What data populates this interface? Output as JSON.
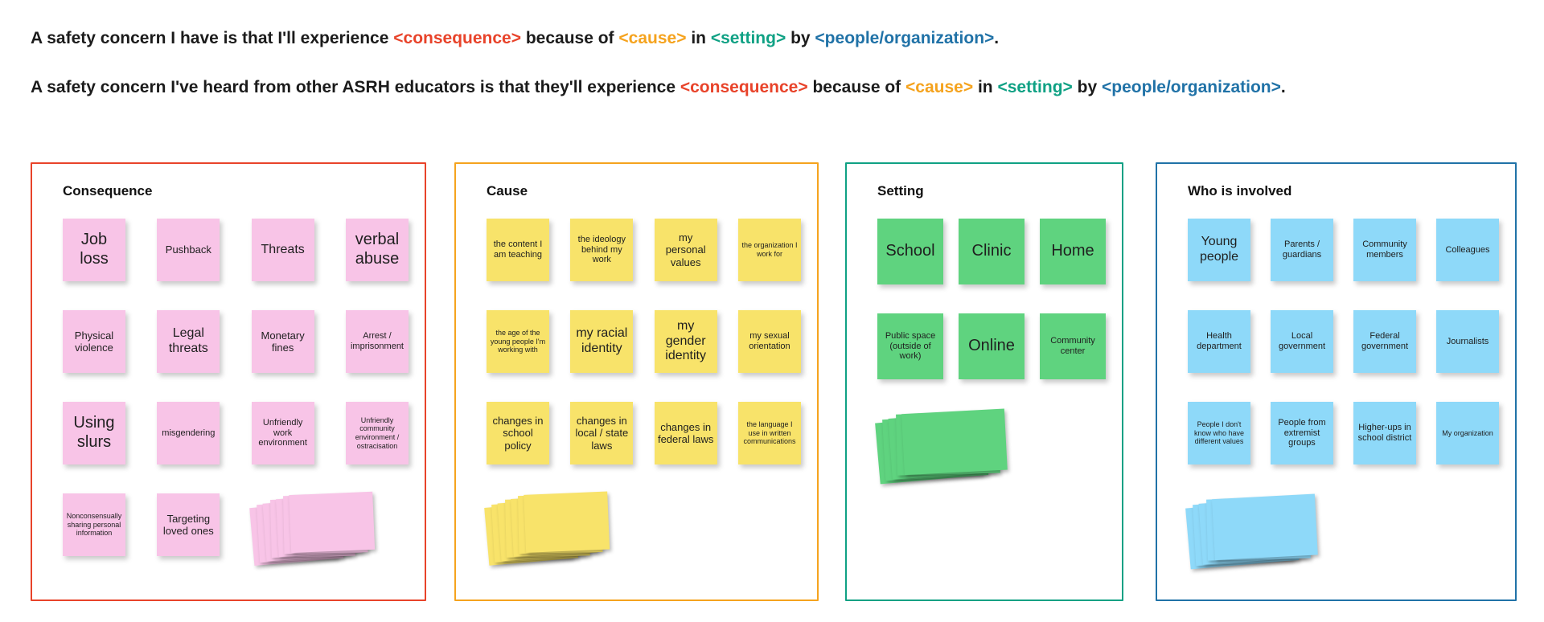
{
  "colors": {
    "consequence_accent": "#e8432a",
    "cause_accent": "#f5a31e",
    "setting_accent": "#0fa184",
    "people_accent": "#2072a7",
    "note_pink": "#f8c4e7",
    "note_yellow": "#f8e36a",
    "note_green": "#5fd37f",
    "note_blue": "#8ed9f9",
    "ink": "#1b1b1b"
  },
  "prompts": {
    "line1": {
      "lead": "A safety concern I have is that I'll experience",
      "consequence": "<consequence>",
      "mid1": "because of",
      "cause": "<cause>",
      "mid2": "in",
      "setting": "<setting>",
      "mid3": "by",
      "people": "<people/organization>",
      "period": "."
    },
    "line2": {
      "lead": "A safety concern I've heard from other ASRH educators is that they'll experience",
      "consequence": "<consequence>",
      "mid1": "because of",
      "cause": "<cause>",
      "mid2": "in",
      "setting": "<setting>",
      "mid3": "by",
      "people": "<people/organization>",
      "period": "."
    }
  },
  "sections": [
    {
      "title": "Consequence",
      "notes": [
        "Job loss",
        "Pushback",
        "Threats",
        "verbal abuse",
        "Physical violence",
        "Legal threats",
        "Monetary fines",
        "Arrest / imprisonment",
        "Using slurs",
        "misgendering",
        "Unfriendly work environment",
        "Unfriendly community environment / ostracisation",
        "Nonconsensually sharing personal information",
        "Targeting loved ones"
      ]
    },
    {
      "title": "Cause",
      "notes": [
        "the content I am teaching",
        "the ideology behind my work",
        "my personal values",
        "the organization I work for",
        "the age of the young people I'm working with",
        "my racial identity",
        "my gender identity",
        "my sexual orientation",
        "changes in school policy",
        "changes in local / state laws",
        "changes in federal laws",
        "the language I use in written communications"
      ]
    },
    {
      "title": "Setting",
      "notes": [
        "School",
        "Clinic",
        "Home",
        "Public space (outside of work)",
        "Online",
        "Community center"
      ]
    },
    {
      "title": "Who is involved",
      "notes": [
        "Young people",
        "Parents / guardians",
        "Community members",
        "Colleagues",
        "Health department",
        "Local government",
        "Federal government",
        "Journalists",
        "People I don't know who have different values",
        "People from extremist groups",
        "Higher-ups in school district",
        "My organization"
      ]
    }
  ]
}
